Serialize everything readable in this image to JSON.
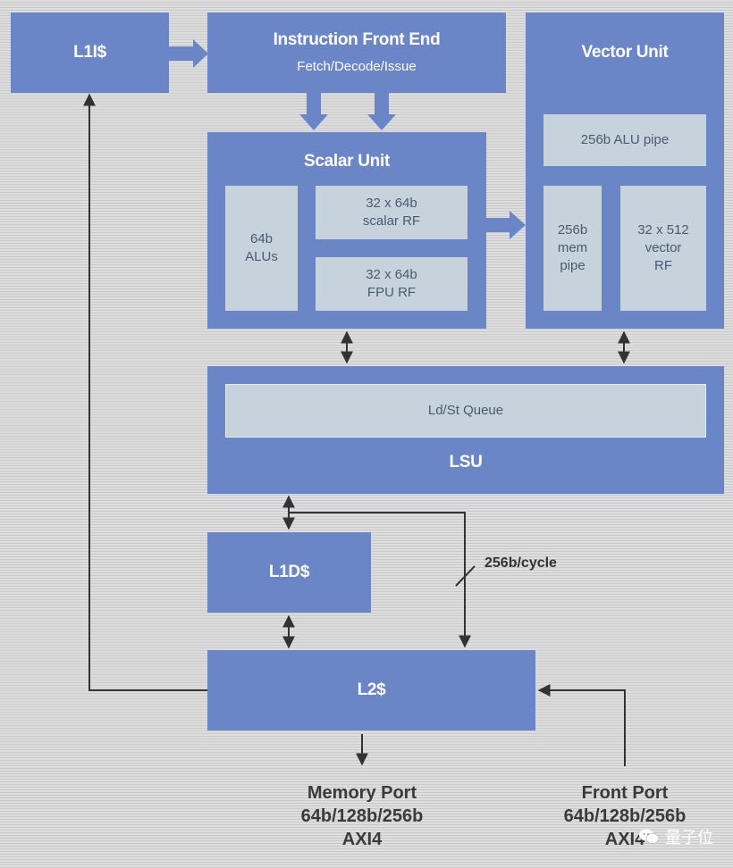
{
  "blocks": {
    "l1i": {
      "title": "L1I$"
    },
    "front_end": {
      "title": "Instruction Front End",
      "subtitle": "Fetch/Decode/Issue"
    },
    "vector": {
      "title": "Vector Unit",
      "alu_pipe": "256b ALU pipe",
      "mem_pipe": "256b\nmem\npipe",
      "vector_rf": "32 x 512\nvector\nRF"
    },
    "scalar": {
      "title": "Scalar Unit",
      "alus": "64b\nALUs",
      "scalar_rf": "32 x 64b\nscalar RF",
      "fpu_rf": "32 x 64b\nFPU RF"
    },
    "lsu": {
      "title": "LSU",
      "queue": "Ld/St Queue"
    },
    "l1d": {
      "title": "L1D$"
    },
    "l2": {
      "title": "L2$"
    }
  },
  "bus_label": "256b/cycle",
  "ports": {
    "memory": "Memory Port\n64b/128b/256b\nAXI4",
    "front": "Front Port\n64b/128b/256b\nAXI4"
  },
  "watermark": "量子位",
  "colors": {
    "block": "#6b86c7",
    "inner": "#c6d3dc",
    "wire": "#333333"
  }
}
